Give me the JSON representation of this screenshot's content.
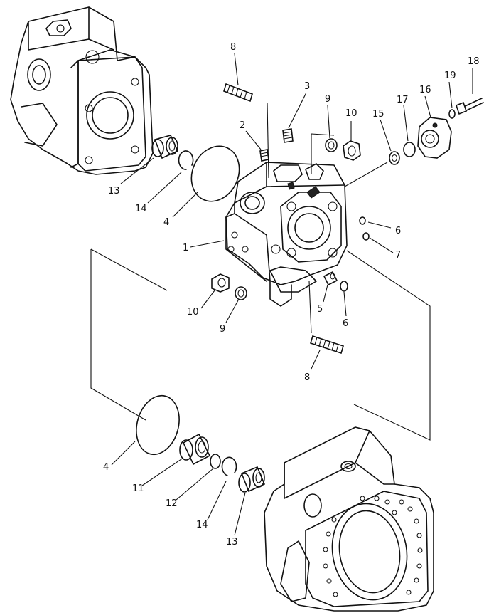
{
  "labels": {
    "l18": "18",
    "l19": "19",
    "l16": "16",
    "l17": "17",
    "l15": "15",
    "l10a": "10",
    "l9a": "9",
    "l3": "3",
    "l8a": "8",
    "l2": "2",
    "l13a": "13",
    "l14a": "14",
    "l4a": "4",
    "l1": "1",
    "l6a": "6",
    "l7": "7",
    "l10b": "10",
    "l9b": "9",
    "l5": "5",
    "l6b": "6",
    "l8b": "8",
    "l4b": "4",
    "l11": "11",
    "l12": "12",
    "l14b": "14",
    "l13b": "13"
  },
  "colors": {
    "ink": "#111111",
    "paper": "#ffffff"
  }
}
